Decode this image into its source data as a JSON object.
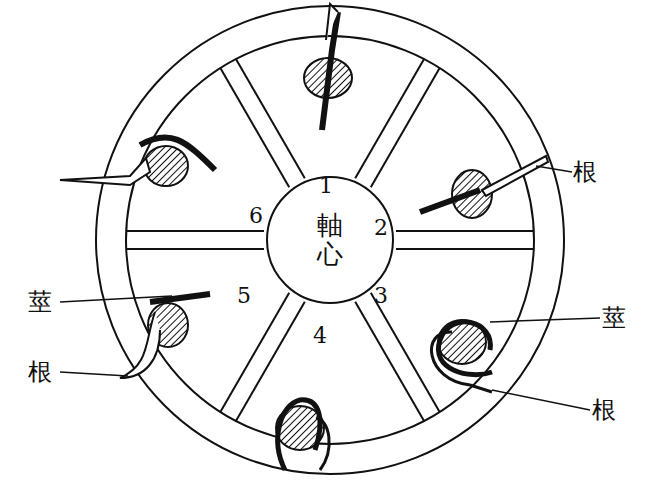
{
  "diagram": {
    "nodes": [
      {
        "text": [
          "軸心"
        ]
      }
    ],
    "labels": [
      "1",
      "2",
      "3",
      "4",
      "5",
      "6",
      "根",
      "莖",
      "根",
      "莖",
      "根"
    ]
  }
}
